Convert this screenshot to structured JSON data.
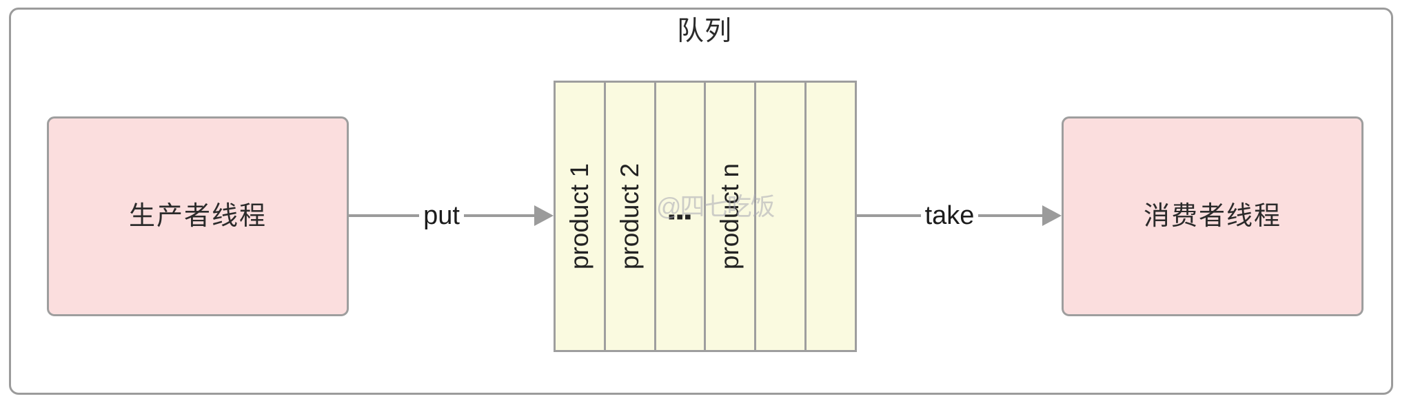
{
  "diagram": {
    "title": "队列",
    "type": "producer-consumer-blocking-queue",
    "background_color": "#ffffff",
    "frame_border_color": "#9b9b9b"
  },
  "producer": {
    "label": "生产者线程",
    "fill_color": "#fbdede",
    "border_color": "#9e9e9e"
  },
  "consumer": {
    "label": "消费者线程",
    "fill_color": "#fbdede",
    "border_color": "#9e9e9e"
  },
  "queue": {
    "fill_color": "#fafae0",
    "border_color": "#9e9e9e",
    "cells": [
      {
        "label": "product 1",
        "empty": false,
        "dots": false
      },
      {
        "label": "product 2",
        "empty": false,
        "dots": false
      },
      {
        "label": "⋮",
        "empty": false,
        "dots": true
      },
      {
        "label": "product n",
        "empty": false,
        "dots": false
      },
      {
        "label": "",
        "empty": true,
        "dots": false
      },
      {
        "label": "",
        "empty": true,
        "dots": false
      }
    ]
  },
  "connectors": [
    {
      "name": "put",
      "label": "put",
      "from": "producer",
      "to": "queue",
      "color": "#9b9b9b"
    },
    {
      "name": "take",
      "label": "take",
      "from": "queue",
      "to": "consumer",
      "color": "#9b9b9b"
    }
  ],
  "watermark": {
    "text": "@四七吃饭",
    "color": "#a9a9b4"
  }
}
